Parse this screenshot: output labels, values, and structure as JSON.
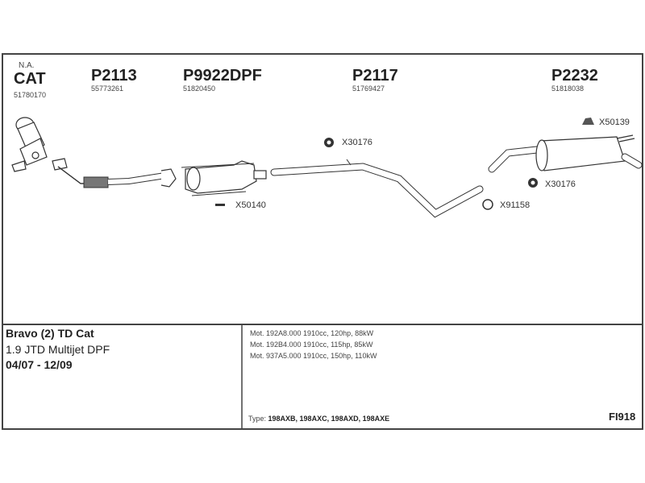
{
  "parts": [
    {
      "code": "CAT",
      "prefix": "N.A.",
      "oe_number": "51780170"
    },
    {
      "code": "P2113",
      "oe_number": "55773261"
    },
    {
      "code": "P9922DPF",
      "oe_number": "51820450"
    },
    {
      "code": "P2117",
      "oe_number": "51769427"
    },
    {
      "code": "P2232",
      "oe_number": "51818038"
    }
  ],
  "accessories": [
    {
      "code": "X50140",
      "icon": "bracket-icon"
    },
    {
      "code": "X30176",
      "icon": "rubber-hanger-icon"
    },
    {
      "code": "X30176",
      "icon": "rubber-hanger-icon"
    },
    {
      "code": "X91158",
      "icon": "clamp-icon"
    },
    {
      "code": "X50139",
      "icon": "mounting-kit-icon"
    }
  ],
  "vehicle": {
    "model": "Bravo (2) TD Cat",
    "engine": "1.9 JTD Multijet DPF",
    "years": "04/07 - 12/09"
  },
  "engines": [
    "Mot. 192A8.000 1910cc, 120hp, 88kW",
    "Mot. 192B4.000 1910cc, 115hp, 85kW",
    "Mot. 937A5.000 1910cc, 150hp, 110kW"
  ],
  "type": {
    "label": "Type:",
    "values": "198AXB, 198AXC, 198AXD, 198AXE"
  },
  "diagram_id": "FI918"
}
